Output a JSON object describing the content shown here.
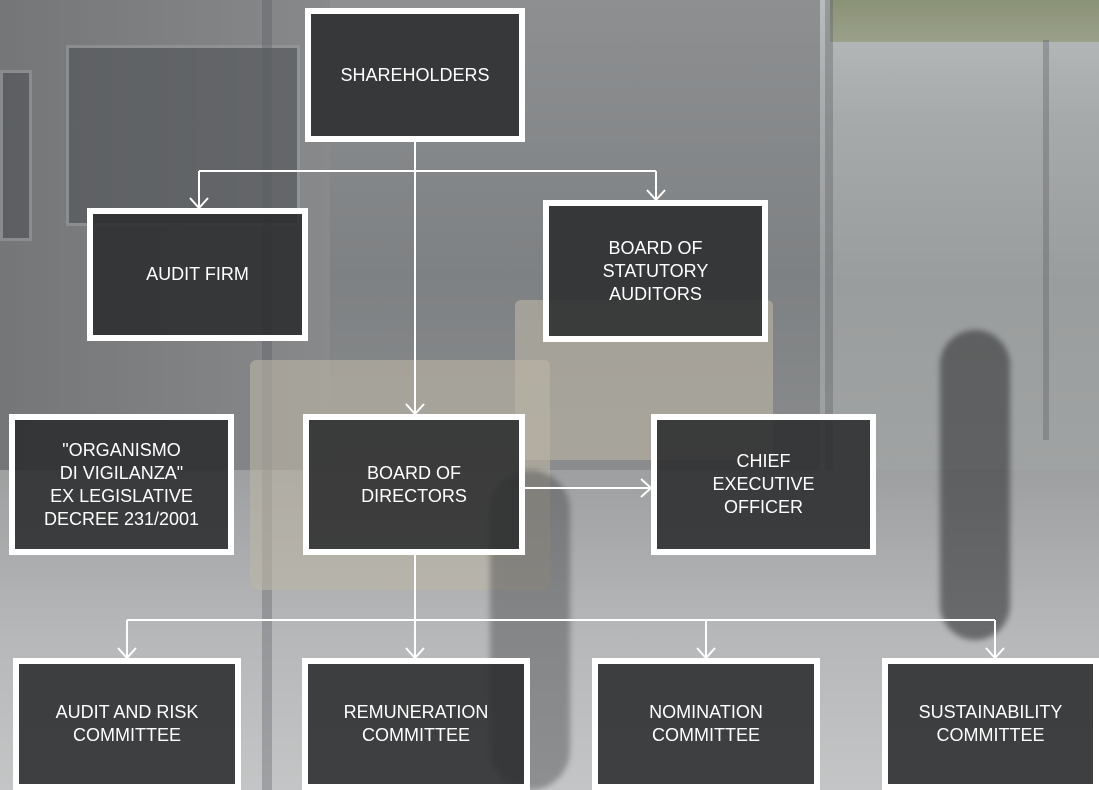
{
  "nodes": {
    "shareholders": "SHAREHOLDERS",
    "audit_firm": "AUDIT FIRM",
    "board_of_statutory_auditors": "BOARD OF\nSTATUTORY\nAUDITORS",
    "organismo_di_vigilanza": "\"ORGANISMO\nDI VIGILANZA\"\nEX LEGISLATIVE\nDECREE 231/2001",
    "board_of_directors": "BOARD OF\nDIRECTORS",
    "chief_executive_officer": "CHIEF\nEXECUTIVE\nOFFICER",
    "audit_and_risk_committee": "AUDIT AND RISK\nCOMMITTEE",
    "remuneration_committee": "REMUNERATION\nCOMMITTEE",
    "nomination_committee": "NOMINATION\nCOMMITTEE",
    "sustainability_committee": "SUSTAINABILITY\nCOMMITTEE"
  },
  "edges": [
    {
      "from": "shareholders",
      "to": "audit_firm"
    },
    {
      "from": "shareholders",
      "to": "board_of_statutory_auditors"
    },
    {
      "from": "shareholders",
      "to": "board_of_directors"
    },
    {
      "from": "board_of_directors",
      "to": "chief_executive_officer"
    },
    {
      "from": "board_of_directors",
      "to": "audit_and_risk_committee"
    },
    {
      "from": "board_of_directors",
      "to": "remuneration_committee"
    },
    {
      "from": "board_of_directors",
      "to": "nomination_committee"
    },
    {
      "from": "board_of_directors",
      "to": "sustainability_committee"
    }
  ],
  "colors": {
    "box_fill": "#2b2c2e",
    "box_border": "#ffffff",
    "line": "#ffffff",
    "text": "#ffffff"
  }
}
